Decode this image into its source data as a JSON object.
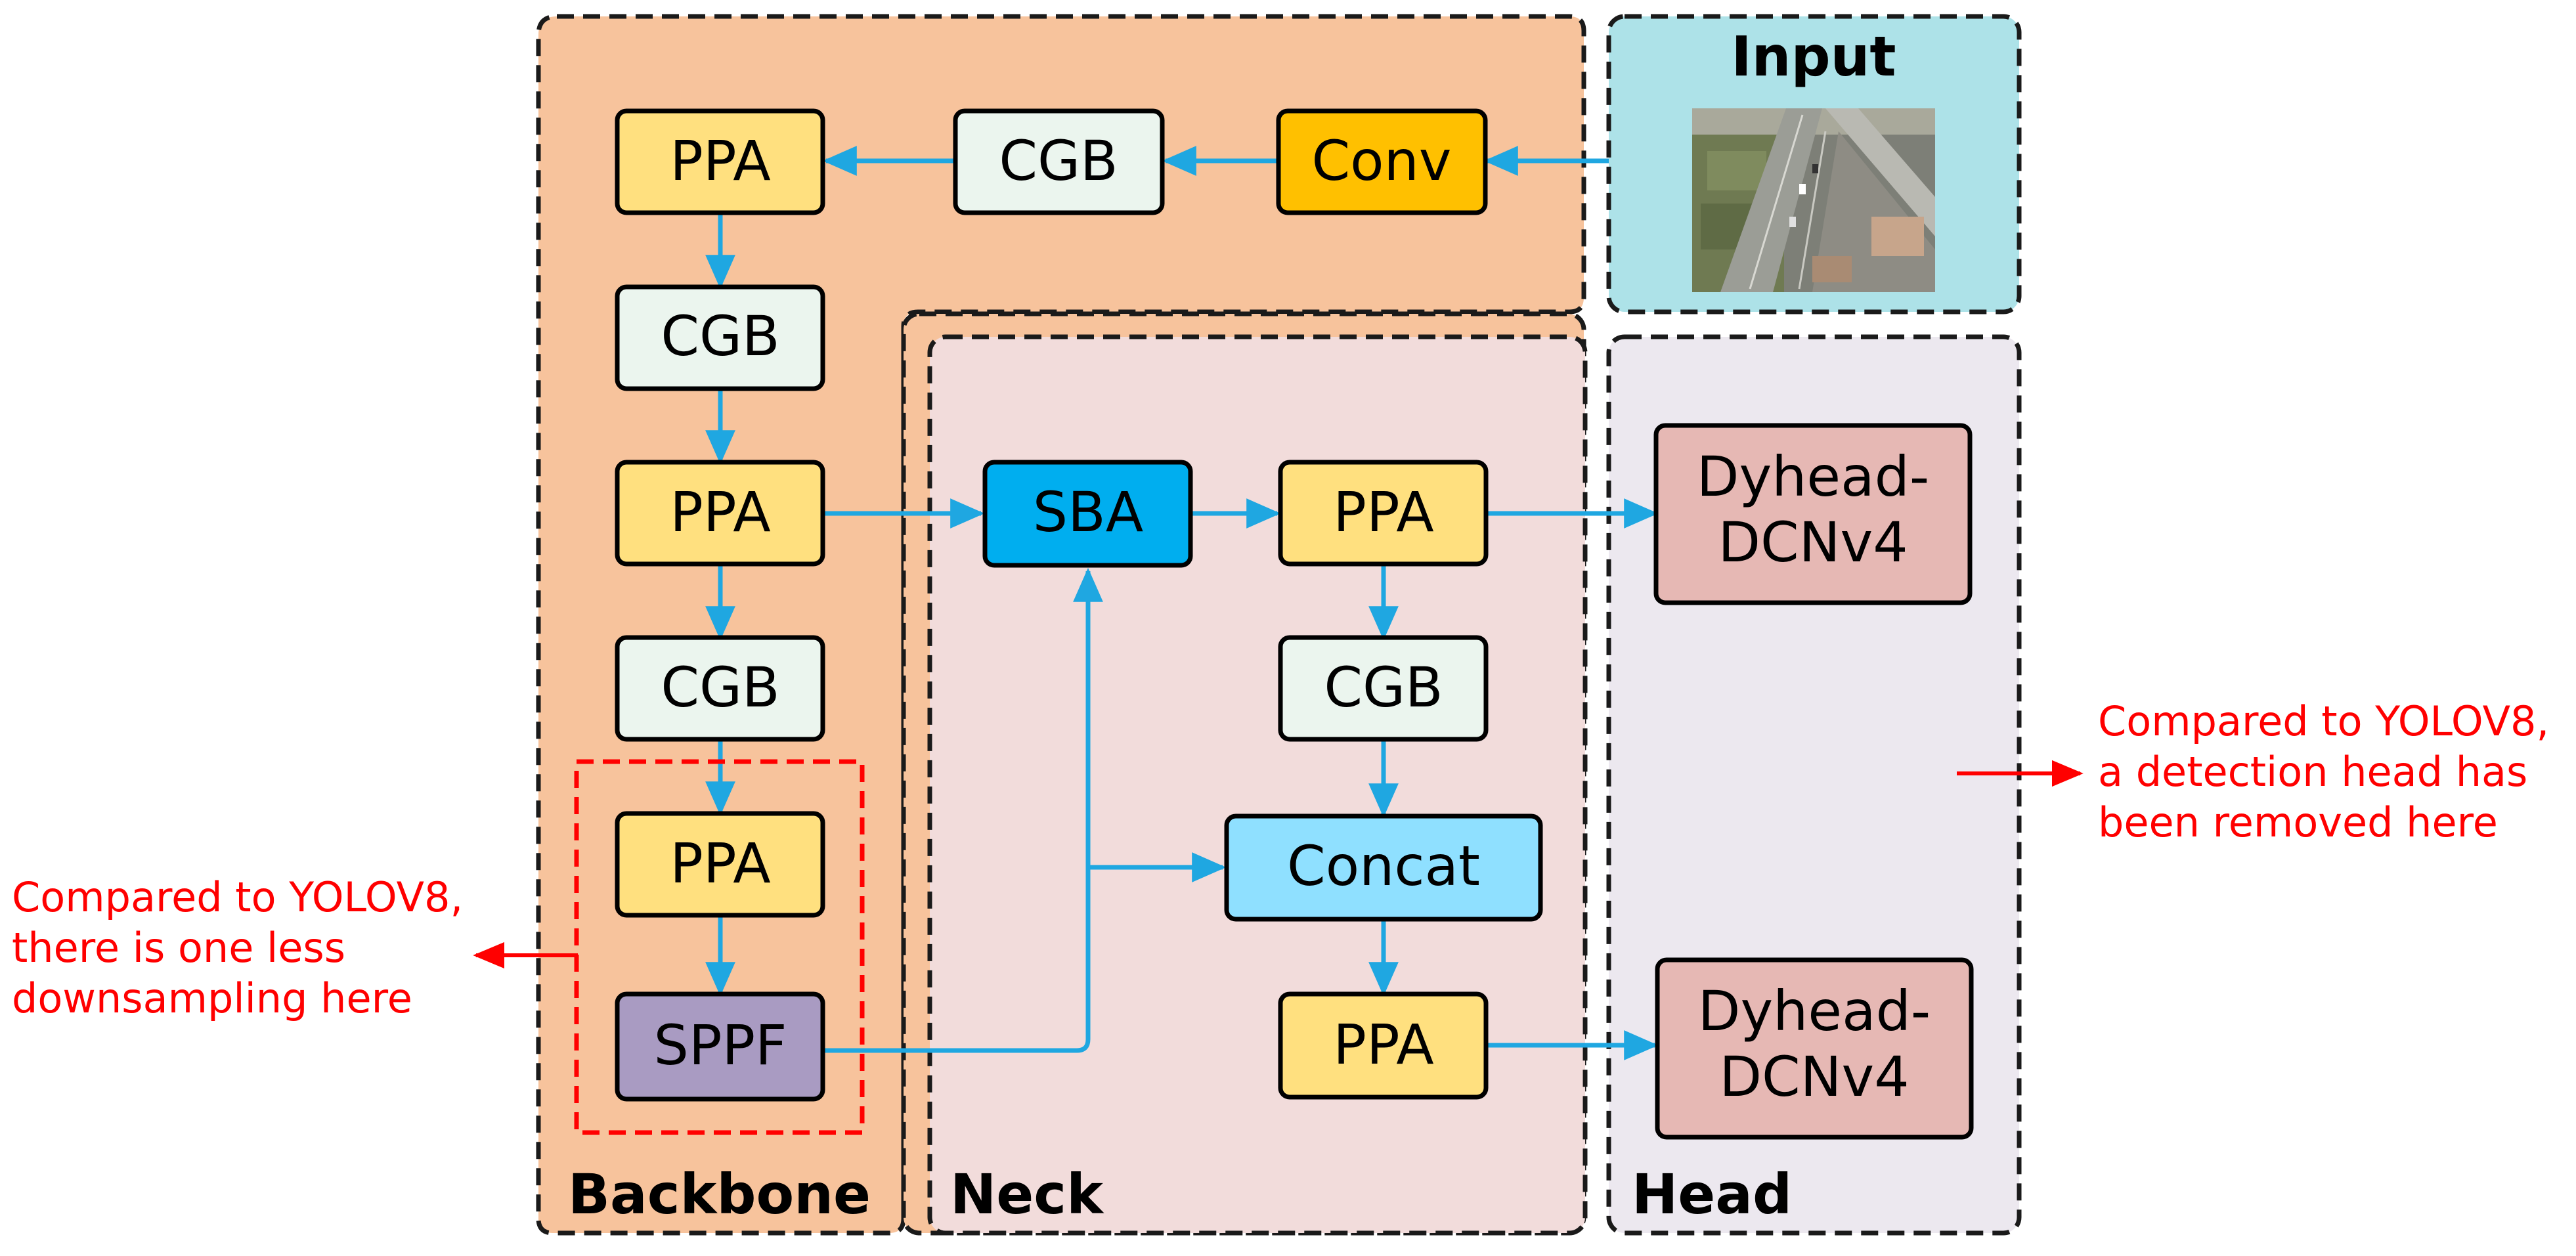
{
  "regions": {
    "input": "Input",
    "backbone": "Backbone",
    "neck": "Neck",
    "head": "Head"
  },
  "backbone_blocks": {
    "conv": "Conv",
    "cgb_top": "CGB",
    "ppa_1": "PPA",
    "cgb_2": "CGB",
    "ppa_2": "PPA",
    "cgb_3": "CGB",
    "ppa_3": "PPA",
    "sppf": "SPPF"
  },
  "neck_blocks": {
    "sba": "SBA",
    "ppa_top": "PPA",
    "cgb": "CGB",
    "concat": "Concat",
    "ppa_bottom": "PPA"
  },
  "head_blocks": {
    "dyhead_top_line1": "Dyhead-",
    "dyhead_top_line2": "DCNv4",
    "dyhead_bottom_line1": "Dyhead-",
    "dyhead_bottom_line2": "DCNv4"
  },
  "annotations": {
    "left_line1": "Compared to YOLOV8,",
    "left_line2": "there is one less",
    "left_line3": "downsampling here",
    "right_line1": "Compared to YOLOV8,",
    "right_line2": "a detection head has",
    "right_line3": "been removed here"
  },
  "colors": {
    "backbone_bg": "#F7C39C",
    "input_bg": "#ADE2E8",
    "neck_bg": "#F2DCDB",
    "head_bg": "#ECE8EF",
    "ppa": "#FFE07F",
    "cgb": "#EBF5EE",
    "conv": "#FFC000",
    "sppf": "#A99BC2",
    "sba": "#00AEEF",
    "concat": "#8FE0FF",
    "dyhead": "#E6B8B4",
    "arrow": "#1FA7E1",
    "annotation": "#FF0000"
  },
  "icons": {
    "input_image": "aerial-road-photo"
  }
}
